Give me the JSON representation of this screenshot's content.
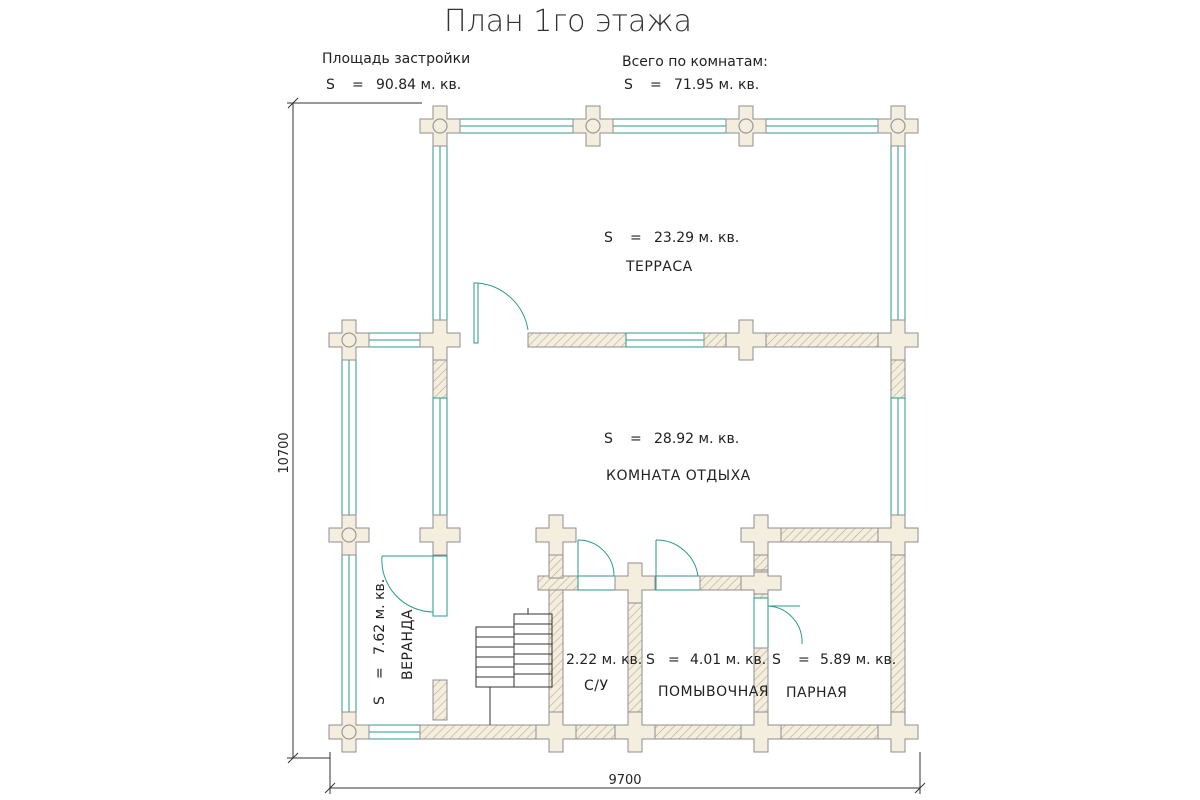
{
  "title": "План 1го этажа",
  "build_area": {
    "label": "Площадь застройки",
    "symbol": "S",
    "eq": "=",
    "value": "90.84 м. кв."
  },
  "rooms_total": {
    "label": "Всего по комнатам:",
    "symbol": "S",
    "eq": "=",
    "value": "71.95 м. кв."
  },
  "rooms": {
    "terrace": {
      "symbol": "S",
      "eq": "=",
      "area": "23.29 м. кв.",
      "name": "ТЕРРАСА"
    },
    "lounge": {
      "symbol": "S",
      "eq": "=",
      "area": "28.92 м. кв.",
      "name": "КОМНАТА ОТДЫХА"
    },
    "veranda": {
      "symbol": "S",
      "eq": "=",
      "area": "7.62 м. кв.",
      "name": "ВЕРАНДА"
    },
    "wc": {
      "area": "2.22 м. кв.",
      "name": "С/У"
    },
    "washroom": {
      "symbol": "S",
      "eq": "=",
      "area": "4.01 м. кв.",
      "name": "ПОМЫВОЧНАЯ"
    },
    "steam": {
      "symbol": "S",
      "eq": "=",
      "area": "5.89 м. кв.",
      "name": "ПАРНАЯ"
    }
  },
  "dimensions": {
    "height": "10700",
    "width": "9700"
  }
}
